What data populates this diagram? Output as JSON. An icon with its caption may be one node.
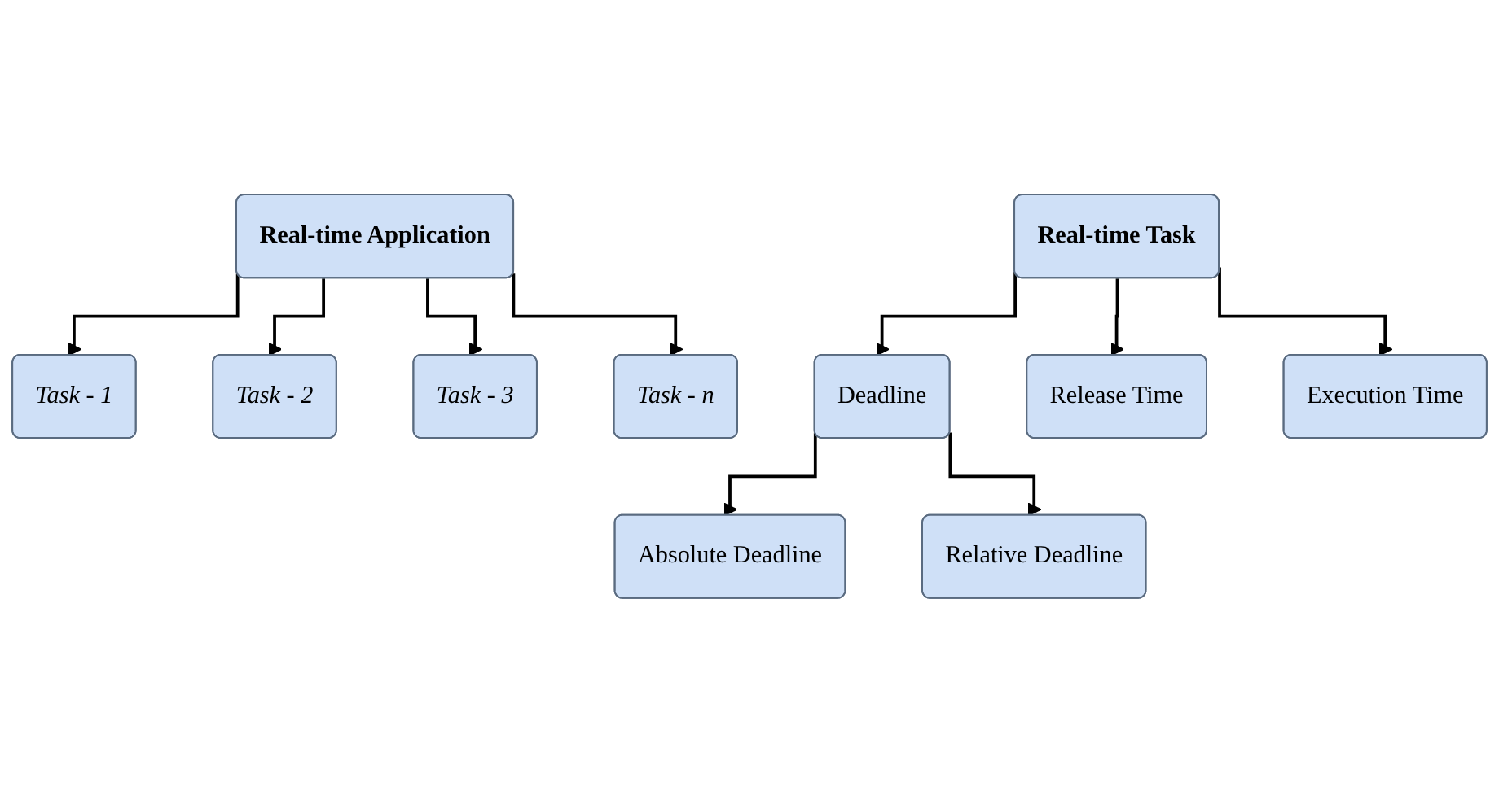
{
  "diagram": {
    "nodes": [
      {
        "text": [
          "Real-time Application"
        ]
      },
      {
        "text": [
          "Task - 1"
        ]
      },
      {
        "text": [
          "Task - 2"
        ]
      },
      {
        "text": [
          "Task - 3"
        ]
      },
      {
        "text": [
          "Task - n"
        ]
      },
      {
        "text": [
          "Real-time Task"
        ]
      },
      {
        "text": [
          "Deadline"
        ]
      },
      {
        "text": [
          "Release Time"
        ]
      },
      {
        "text": [
          "Execution Time"
        ]
      },
      {
        "text": [
          "Absolute Deadline"
        ]
      },
      {
        "text": [
          "Relative Deadline"
        ]
      }
    ],
    "edges": [
      {
        "from": 0,
        "to": 1,
        "arrow": "to"
      },
      {
        "from": 0,
        "to": 2,
        "arrow": "to"
      },
      {
        "from": 0,
        "to": 3,
        "arrow": "to"
      },
      {
        "from": 0,
        "to": 4,
        "arrow": "to"
      },
      {
        "from": 5,
        "to": 6,
        "arrow": "to"
      },
      {
        "from": 5,
        "to": 7,
        "arrow": "to"
      },
      {
        "from": 5,
        "to": 8,
        "arrow": "to"
      },
      {
        "from": 6,
        "to": 9,
        "arrow": "to"
      },
      {
        "from": 6,
        "to": 10,
        "arrow": "to"
      }
    ]
  }
}
